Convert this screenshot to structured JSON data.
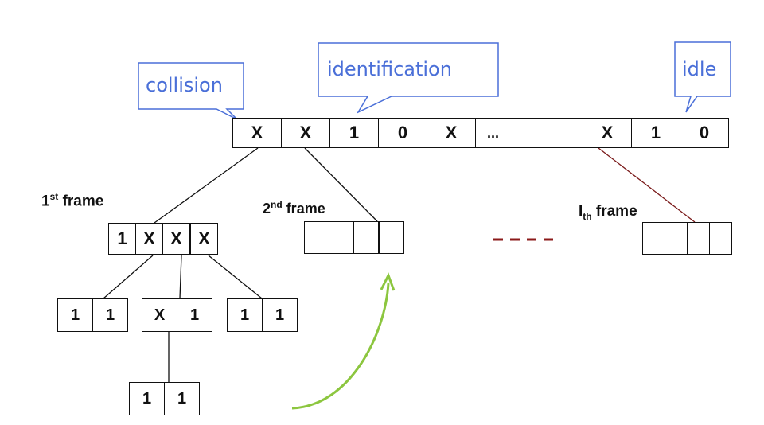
{
  "callouts": {
    "collision": "collision",
    "identification": "identification",
    "idle": "idle"
  },
  "top_row": [
    "X",
    "X",
    "1",
    "0",
    "X",
    "...",
    "",
    "X",
    "1",
    "0"
  ],
  "frames": {
    "first": {
      "num": "1",
      "sup": "st",
      "text": " frame"
    },
    "second": {
      "num": "2",
      "sup": "nd",
      "text": " frame"
    },
    "ith": {
      "num": "I",
      "sub": "th",
      "text": " frame"
    }
  },
  "first_frame_cells": [
    "1",
    "X",
    "X",
    "X"
  ],
  "sub_frames": {
    "left": [
      "1",
      "1"
    ],
    "middle": [
      "X",
      "1"
    ],
    "right": [
      "1",
      "1"
    ],
    "bottom": [
      "1",
      "1"
    ]
  },
  "colors": {
    "callout_border": "#4a6fd8",
    "dashed_line": "#8b1a1a",
    "link_line_ith": "#7a1a1a",
    "arrow": "#8cc63f"
  }
}
